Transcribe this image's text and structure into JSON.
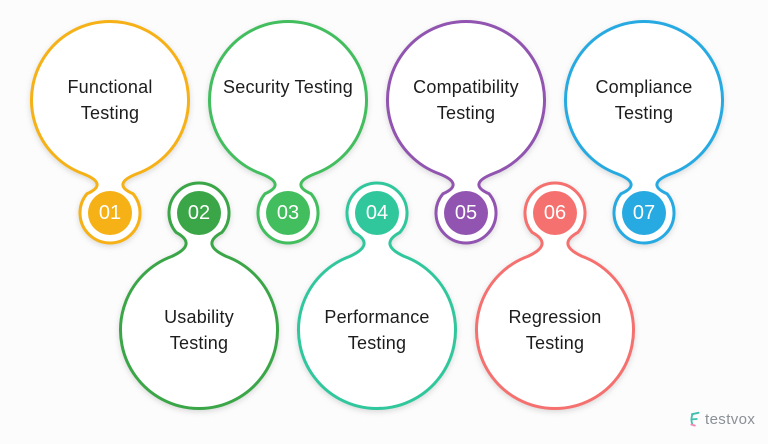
{
  "canvas": {
    "background": "#fcfcfc"
  },
  "items": [
    {
      "number": "01",
      "label": "Functional Testing",
      "color": "#F5B116",
      "row": "top"
    },
    {
      "number": "02",
      "label": "Usability Testing",
      "color": "#3BA648",
      "row": "bottom"
    },
    {
      "number": "03",
      "label": "Security Testing",
      "color": "#42BE5E",
      "row": "top"
    },
    {
      "number": "04",
      "label": "Performance Testing",
      "color": "#31C79D",
      "row": "bottom"
    },
    {
      "number": "05",
      "label": "Compatibility Testing",
      "color": "#9154B0",
      "row": "top"
    },
    {
      "number": "06",
      "label": "Regression Testing",
      "color": "#F5716F",
      "row": "bottom"
    },
    {
      "number": "07",
      "label": "Compliance Testing",
      "color": "#27AAE1",
      "row": "top"
    }
  ],
  "logo": {
    "text": "testvox",
    "text_color": "#8A9096",
    "icon_teal": "#41C0AE",
    "icon_pink": "#F08CB5"
  }
}
